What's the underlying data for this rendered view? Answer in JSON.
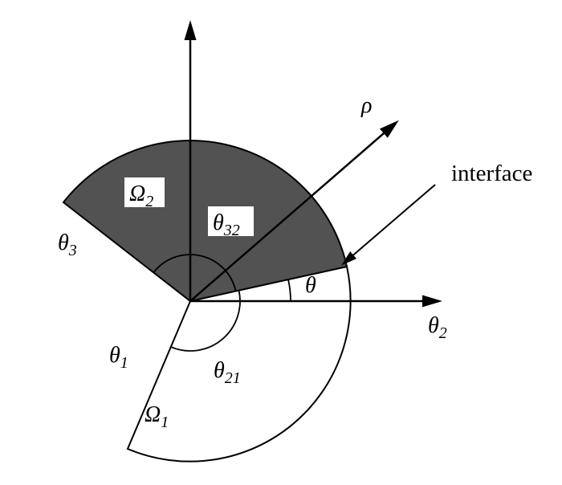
{
  "figure": {
    "labels": {
      "rho": "ρ",
      "interface": "interface",
      "theta": "θ",
      "theta_2": {
        "base": "θ",
        "sub": "2"
      },
      "theta_3": {
        "base": "θ",
        "sub": "3"
      },
      "theta_1": {
        "base": "θ",
        "sub": "1"
      },
      "theta_32": {
        "base": "θ",
        "sub": "32"
      },
      "theta_21": {
        "base": "θ",
        "sub": "21"
      },
      "omega_2": {
        "base": "Ω",
        "sub": "2"
      },
      "omega_1": {
        "base": "Ω",
        "sub": "1"
      }
    },
    "colors": {
      "background": "#ffffff",
      "domain2_fill": "#525252",
      "domain1_fill": "#ffffff",
      "line": "#000000"
    }
  }
}
